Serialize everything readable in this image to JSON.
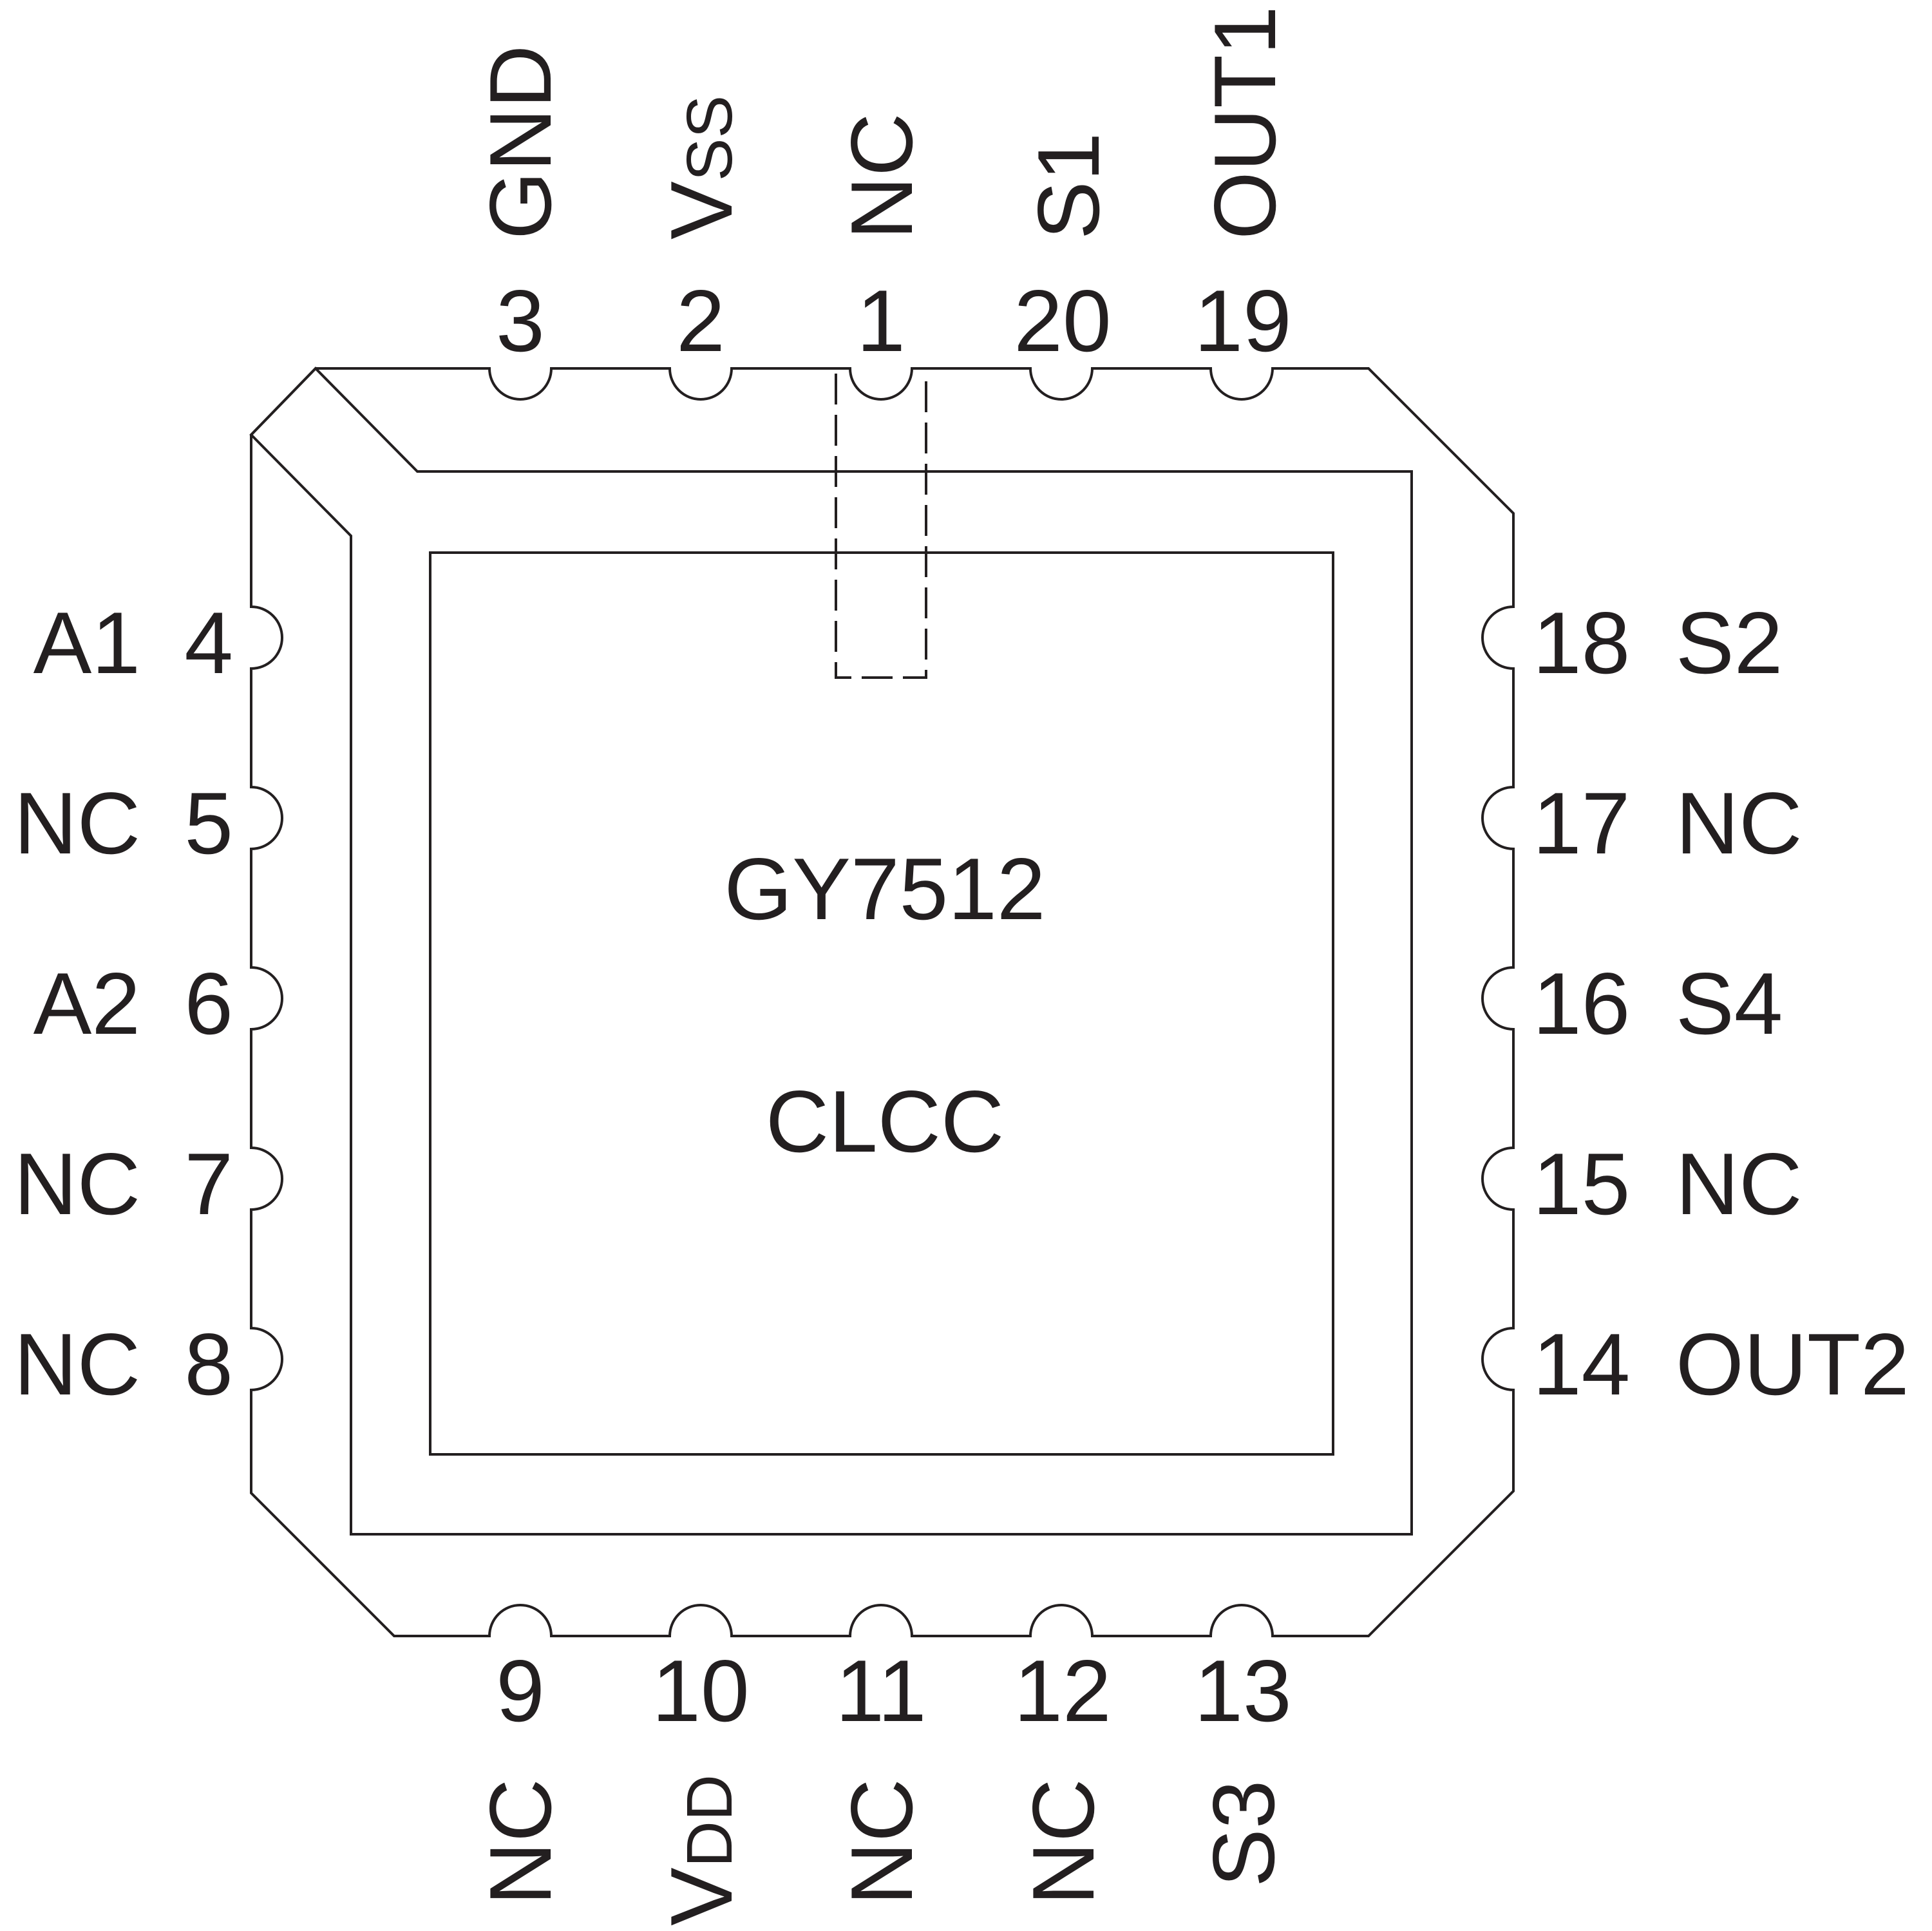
{
  "package": {
    "part_number": "GY7512",
    "package_type": "CLCC"
  },
  "pins": {
    "top": [
      {
        "number": "3",
        "name": "GND"
      },
      {
        "number": "2",
        "name": "VSS"
      },
      {
        "number": "1",
        "name": "NC"
      },
      {
        "number": "20",
        "name": "S1"
      },
      {
        "number": "19",
        "name": "OUT1"
      }
    ],
    "left": [
      {
        "number": "4",
        "name": "A1"
      },
      {
        "number": "5",
        "name": "NC"
      },
      {
        "number": "6",
        "name": "A2"
      },
      {
        "number": "7",
        "name": "NC"
      },
      {
        "number": "8",
        "name": "NC"
      }
    ],
    "right": [
      {
        "number": "18",
        "name": "S2"
      },
      {
        "number": "17",
        "name": "NC"
      },
      {
        "number": "16",
        "name": "S4"
      },
      {
        "number": "15",
        "name": "NC"
      },
      {
        "number": "14",
        "name": "OUT2"
      }
    ],
    "bottom": [
      {
        "number": "9",
        "name": "NC"
      },
      {
        "number": "10",
        "name": "VDD"
      },
      {
        "number": "11",
        "name": "NC"
      },
      {
        "number": "12",
        "name": "NC"
      },
      {
        "number": "13",
        "name": "S3"
      }
    ]
  },
  "colors": {
    "stroke": "#231f20",
    "background": "#ffffff"
  }
}
